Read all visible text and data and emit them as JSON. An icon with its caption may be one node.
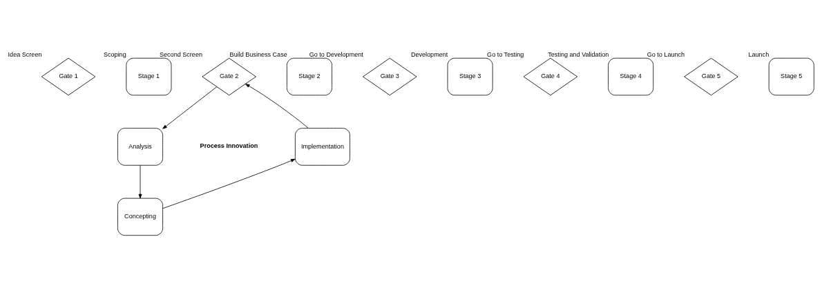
{
  "diagram": {
    "nodes": [
      {
        "text": [
          "Gate 1"
        ],
        "beside": [
          "Idea Screen"
        ]
      },
      {
        "text": [
          "Stage 1"
        ],
        "beside": [
          "Scoping"
        ]
      },
      {
        "text": [
          "Gate 2"
        ],
        "beside": [
          "Second Screen"
        ]
      },
      {
        "text": [
          "Stage 2"
        ],
        "beside": [
          "Build Business Case"
        ]
      },
      {
        "text": [
          "Gate 3"
        ],
        "beside": [
          "Go to Development"
        ]
      },
      {
        "text": [
          "Stage 3"
        ],
        "beside": [
          "Development"
        ]
      },
      {
        "text": [
          "Gate 4"
        ],
        "beside": [
          "Go to Testing"
        ]
      },
      {
        "text": [
          "Stage 4"
        ],
        "beside": [
          "Testing and Validation"
        ]
      },
      {
        "text": [
          "Gate 5"
        ],
        "beside": [
          "Go to Launch"
        ]
      },
      {
        "text": [
          "Stage 5"
        ],
        "beside": [
          "Launch"
        ]
      },
      {
        "text": [
          "Analysis"
        ]
      },
      {
        "text": [
          "Concepting"
        ]
      },
      {
        "text": [
          "Implementation"
        ]
      }
    ],
    "edges": [
      {
        "from": 2,
        "to": 10,
        "arrow": "to"
      },
      {
        "from": 10,
        "to": 11,
        "arrow": "to"
      },
      {
        "from": 11,
        "to": 12,
        "arrow": "to"
      },
      {
        "from": 12,
        "to": 2,
        "arrow": "to"
      }
    ],
    "labels": [
      "Process Innovation"
    ]
  }
}
